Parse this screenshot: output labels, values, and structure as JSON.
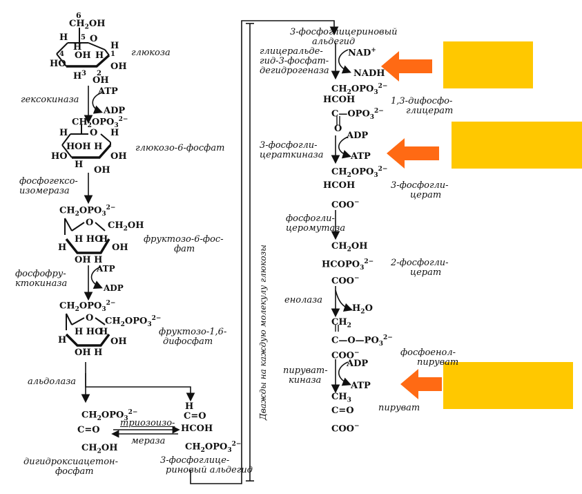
{
  "colors": {
    "highlight_box": "#FFC800",
    "highlight_arrow": "#FF6A14",
    "ink": "#111111"
  },
  "glucose": {
    "c6": "6",
    "ch2oh": "CH2OH",
    "c5": "5",
    "ring_o": "O",
    "h_left": "H",
    "h_top": "H",
    "c4": "4",
    "oh_in": "OH",
    "h_in": "H",
    "c1": "1",
    "h_r": "H",
    "ho_left": "HO",
    "h3": "3",
    "c2": "2",
    "oh_r": "OH",
    "h_bottom": "H",
    "oh_bottom": "OH",
    "name": "глюкоза"
  },
  "hexokinase": {
    "enzyme": "гексокиназа",
    "atp": "ATP",
    "adp": "ADP"
  },
  "g6p": {
    "ch2opo3": "CH2OPO3 2-",
    "h1": "H",
    "o": "O",
    "h2": "H",
    "h3": "H",
    "oh_h": "OH H",
    "oh1": "OH",
    "ho": "HO",
    "h_b": "H",
    "oh_b": "OH",
    "name": "глюкозо-6-фосфат"
  },
  "isomerase": {
    "enzyme_l1": "фосфогексо-",
    "enzyme_l2": "изомераза"
  },
  "f6p": {
    "ch2opo3": "CH2OPO3 2-",
    "o": "O",
    "ch2oh": "CH2OH",
    "h1": "H",
    "h_ho": "H HO",
    "h2": "H",
    "oh": "OH",
    "oh_h": "OH H",
    "name_l1": "фруктозо-6-фос-",
    "name_l2": "фат"
  },
  "pfk": {
    "enzyme_l1": "фосфофру-",
    "enzyme_l2": "ктокиназа",
    "atp": "ATP",
    "adp": "ADP"
  },
  "f16bp": {
    "ch2opo3_l": "CH2OPO3 2-",
    "o": "O",
    "ch2opo3_r": "CH2OPO3 2-",
    "h1": "H",
    "h_ho": "H HO",
    "h2": "H",
    "oh": "OH",
    "oh_h": "OH H",
    "name_l1": "фруктозо-1,6-",
    "name_l2": "дифосфат"
  },
  "aldolase": {
    "enzyme": "альдолаза"
  },
  "dhap": {
    "l1": "CH2OPO3 2-",
    "l2": "C=O",
    "l3": "CH2OH",
    "name_l1": "дигидроксиацетон-",
    "name_l2": "фосфат"
  },
  "tpi": {
    "enzyme_l1": "триозоизо-",
    "enzyme_l2": "мераза"
  },
  "gap_left": {
    "l1": "H",
    "l2": "C=O",
    "l3": "HCOH",
    "l4": "CH2OPO3 2-",
    "name_l1": "3-фосфоглице-",
    "name_l2": "риновый альдегид"
  },
  "vertical_label": "Дважды на каждую молекулу глюкозы",
  "gap_right": {
    "name_l1": "3-фосфоглицериновый",
    "name_l2": "альдегид"
  },
  "gapdh": {
    "enzyme_l1": "глицеральде-",
    "enzyme_l2": "гид-3-фосфат-",
    "enzyme_l3": "дегидрогеназа",
    "nad": "NAD+",
    "nadh": "NADH"
  },
  "bpg": {
    "l1": "CH2OPO3 2-",
    "l2": "HCOH",
    "l3": "C-OPO3 2-",
    "l4": "O",
    "name_l1": "1,3-дифосфо-",
    "name_l2": "глицерат"
  },
  "pgk": {
    "enzyme_l1": "3-фосфогли-",
    "enzyme_l2": "цераткиназа",
    "adp": "ADP",
    "atp": "ATP"
  },
  "pg3": {
    "l1": "CH2OPO3 2-",
    "l2": "HCOH",
    "l3": "COO-",
    "name_l1": "3-фосфогли-",
    "name_l2": "церат"
  },
  "pgm": {
    "enzyme_l1": "фосфогли-",
    "enzyme_l2": "церомутаза"
  },
  "pg2": {
    "l1": "CH2OH",
    "l2": "HCOPO3 2-",
    "l3": "COO-",
    "name_l1": "2-фосфогли-",
    "name_l2": "церат"
  },
  "enolase": {
    "enzyme": "енолаза",
    "h2o": "H2O"
  },
  "pep": {
    "l1": "CH2",
    "l2": "C-O-PO3 2-",
    "l3": "COO-",
    "name_l1": "фосфоенол-",
    "name_l2": "пируват"
  },
  "pk": {
    "enzyme_l1": "пируват-",
    "enzyme_l2": "киназа",
    "adp": "ADP",
    "atp": "ATP"
  },
  "pyruvate": {
    "l1": "CH3",
    "l2": "C=O",
    "l3": "COO-",
    "name": "пируват"
  }
}
